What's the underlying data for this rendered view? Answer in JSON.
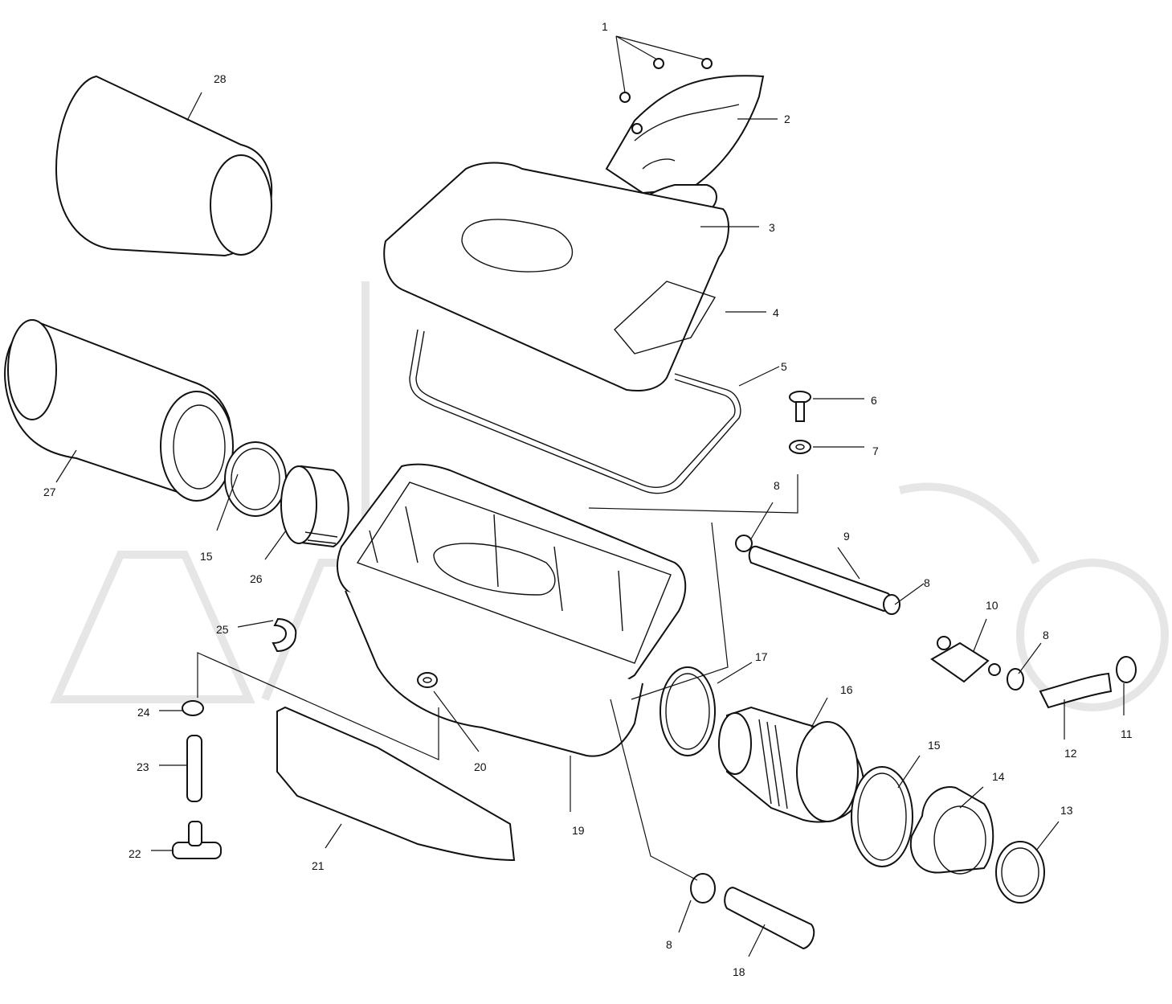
{
  "callouts": [
    {
      "id": "c1",
      "text": "1"
    },
    {
      "id": "c2",
      "text": "2"
    },
    {
      "id": "c3",
      "text": "3"
    },
    {
      "id": "c4",
      "text": "4"
    },
    {
      "id": "c5",
      "text": "5"
    },
    {
      "id": "c6",
      "text": "6"
    },
    {
      "id": "c7",
      "text": "7"
    },
    {
      "id": "c8a",
      "text": "8"
    },
    {
      "id": "c8b",
      "text": "8"
    },
    {
      "id": "c8c",
      "text": "8"
    },
    {
      "id": "c8d",
      "text": "8"
    },
    {
      "id": "c9",
      "text": "9"
    },
    {
      "id": "c10",
      "text": "10"
    },
    {
      "id": "c11",
      "text": "11"
    },
    {
      "id": "c12",
      "text": "12"
    },
    {
      "id": "c13",
      "text": "13"
    },
    {
      "id": "c14",
      "text": "14"
    },
    {
      "id": "c15a",
      "text": "15"
    },
    {
      "id": "c15b",
      "text": "15"
    },
    {
      "id": "c16",
      "text": "16"
    },
    {
      "id": "c17",
      "text": "17"
    },
    {
      "id": "c18",
      "text": "18"
    },
    {
      "id": "c19",
      "text": "19"
    },
    {
      "id": "c20",
      "text": "20"
    },
    {
      "id": "c21",
      "text": "21"
    },
    {
      "id": "c22",
      "text": "22"
    },
    {
      "id": "c23",
      "text": "23"
    },
    {
      "id": "c24",
      "text": "24"
    },
    {
      "id": "c25",
      "text": "25"
    },
    {
      "id": "c26",
      "text": "26"
    },
    {
      "id": "c27",
      "text": "27"
    },
    {
      "id": "c28",
      "text": "28"
    }
  ],
  "colors": {
    "ink": "#111111",
    "watermark": "#e6e6e6",
    "background": "#ffffff"
  }
}
